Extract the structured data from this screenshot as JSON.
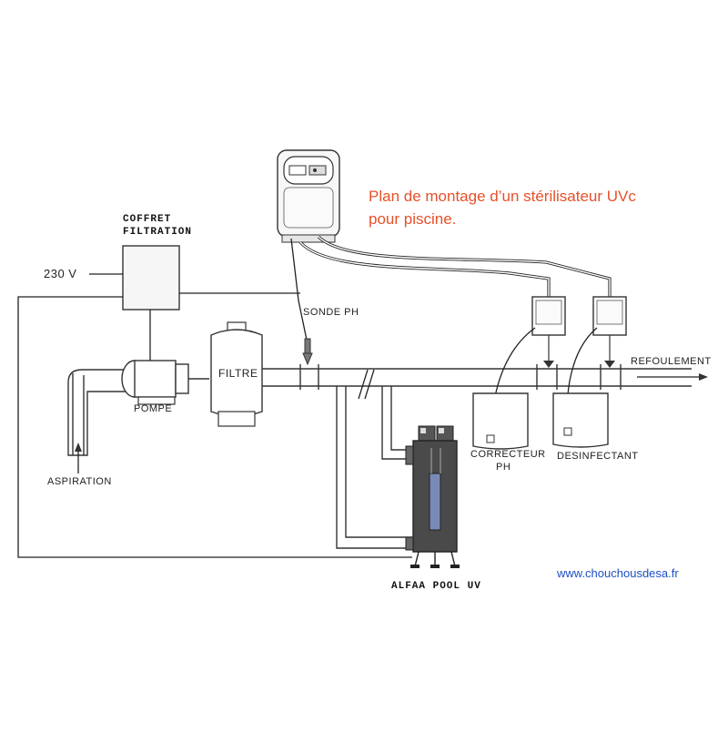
{
  "title": {
    "line1": "Plan de montage d’un stérilisateur UVc",
    "line2": "pour piscine."
  },
  "labels": {
    "coffret_line1": "COFFRET",
    "coffret_line2": "FILTRATION",
    "voltage": "230 V",
    "pompe": "POMPE",
    "filtre": "FILTRE",
    "aspiration": "ASPIRATION",
    "sonde_ph": "SONDE PH",
    "refoulement": "REFOULEMENT",
    "correcteur_line1": "CORRECTEUR",
    "correcteur_line2": "PH",
    "desinfectant": "DESINFECTANT",
    "uv_unit": "ALFAA POOL UV"
  },
  "website": "www.chouchousdesa.fr",
  "colors": {
    "title": "#e8502a",
    "website": "#1c4fc4",
    "line": "#333333",
    "uv_body": "#4a4a4a"
  }
}
